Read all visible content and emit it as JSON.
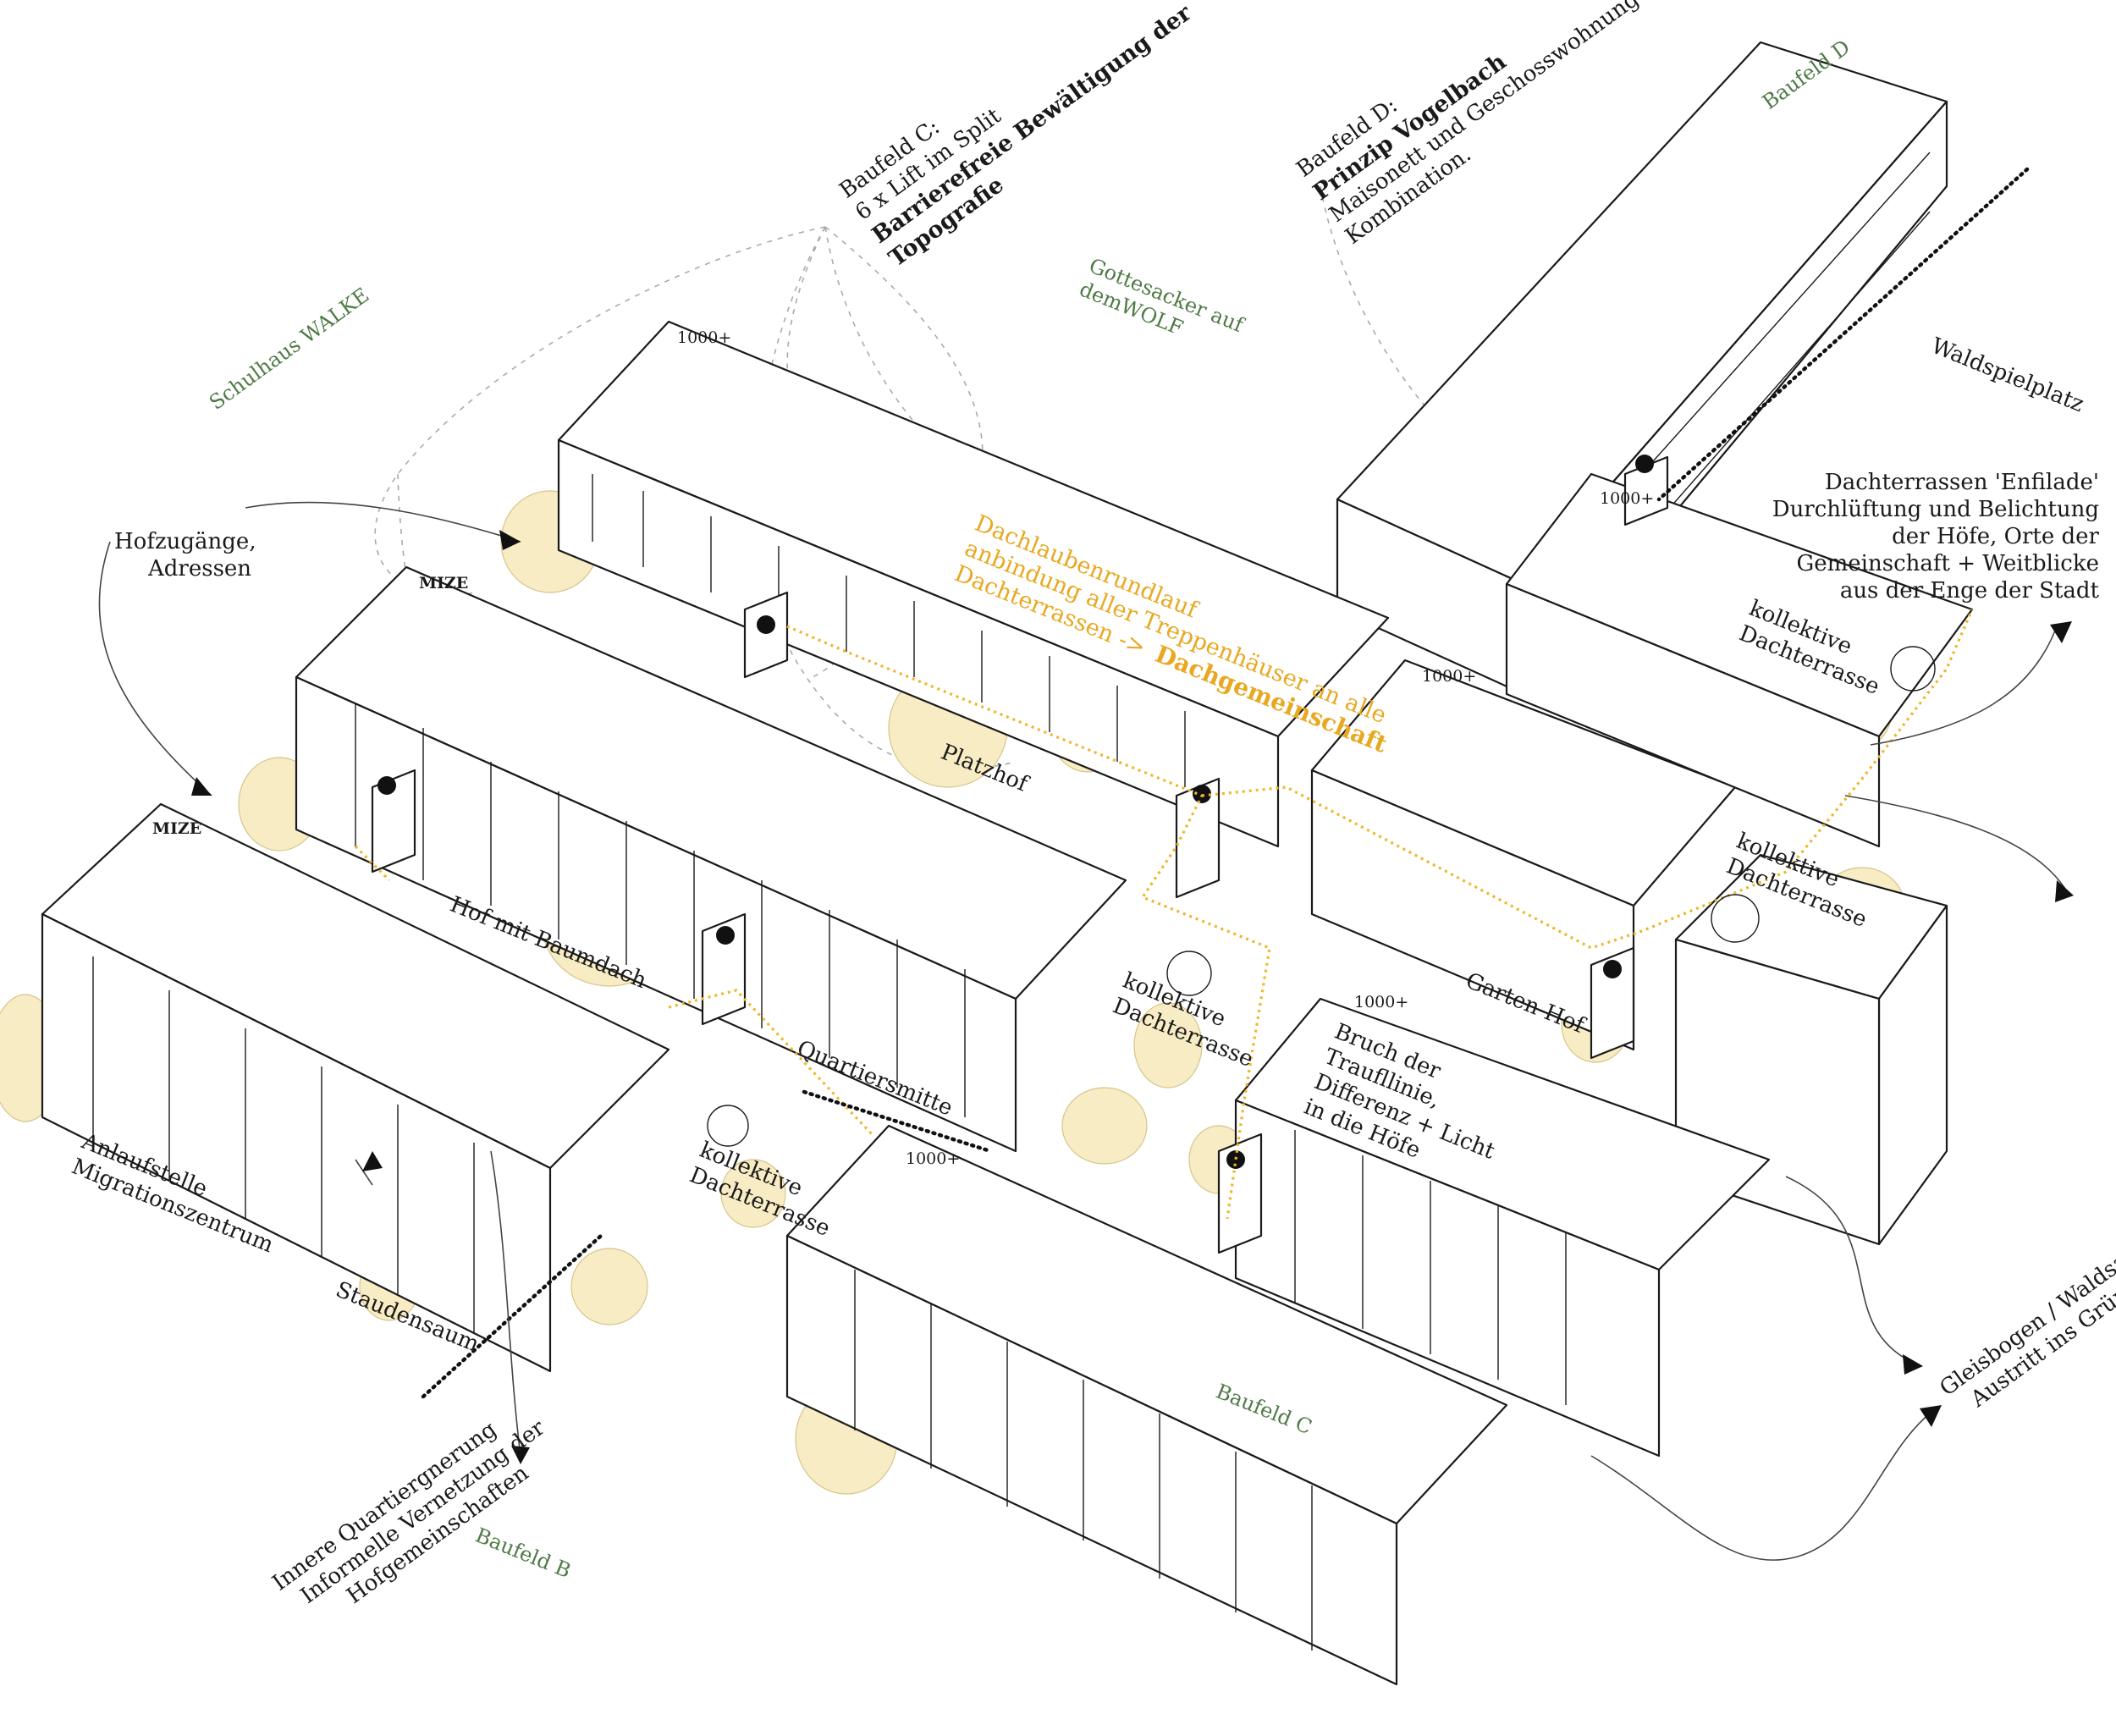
{
  "labels": {
    "baufeld_c_title": "Baufeld C:",
    "baufeld_c_lift": "6 x Lift im Split",
    "baufeld_c_bold1": "Barrierefreie Bewältigung der",
    "baufeld_c_bold2": "Topografie",
    "baufeld_d_title": "Baufeld D:",
    "baufeld_d_bold": "Prinzip Vogelbach",
    "baufeld_d_line1": "Maisonett und Geschosswohnungen in",
    "baufeld_d_line2": "Kombination.",
    "baufeld_d_green": "Baufeld D",
    "gottesacker_1": "Gottesacker auf",
    "gottesacker_2": "demWOLF",
    "schulhaus": "Schulhaus WALKE",
    "waldspielplatz": "Waldspielplatz",
    "enfilade_1": "Dachterrassen 'Enfilade'",
    "enfilade_2": "Durchlüftung und Belichtung",
    "enfilade_3": "der Höfe, Orte der",
    "enfilade_4": "Gemeinschaft + Weitblicke",
    "enfilade_5": "aus der Enge der Stadt",
    "hofzugaenge_1": "Hofzugänge,",
    "hofzugaenge_2": "Adressen",
    "dachlauben_1": "Dachlaubenrundlauf",
    "dachlauben_2": "anbindung aller Treppenhäuser an alle",
    "dachlauben_3": "Dachterrassen ->",
    "dachlauben_bold": "Dachgemeinschaft",
    "platzhof": "Platzhof",
    "hof_baumdach": "Hof mit Baumdach",
    "quartiersmitte": "Quartiersmitte",
    "gartenhof": "Garten-Hof",
    "kollektive": "kollektive",
    "dachterrasse": "Dachterrasse",
    "bruch_1": "Bruch der",
    "bruch_2": "Traufllinie,",
    "bruch_3": "Differenz + Licht",
    "bruch_4": "in die Höfe",
    "anlauf_1": "Anlaufstelle",
    "anlauf_2": "Migrationszentrum",
    "staudensaum": "Staudensaum",
    "innere_1": "Innere Quartiergnerung",
    "innere_2": "Informelle Vernetzung der",
    "innere_3": "Hofgemeinschaften",
    "baufeld_b": "Baufeld B",
    "baufeld_c_green": "Baufeld C",
    "gleisbogen_1": "Gleisbogen / Waldsaum",
    "gleisbogen_2": "Austritt ins Grüne"
  },
  "tags": {
    "t1000_a": "1000+",
    "t1000_b": "1000+",
    "t1000_c": "1000+",
    "t1000_d": "1000+",
    "t1000_e": "1000+",
    "mize_a": "MIZE",
    "mize_b": "MIZE"
  },
  "colors": {
    "ink": "#1a1a1a",
    "accent_yellow": "#f0b62a",
    "green_label": "#4f7a45",
    "tree_fill": "#f8ecc4"
  }
}
